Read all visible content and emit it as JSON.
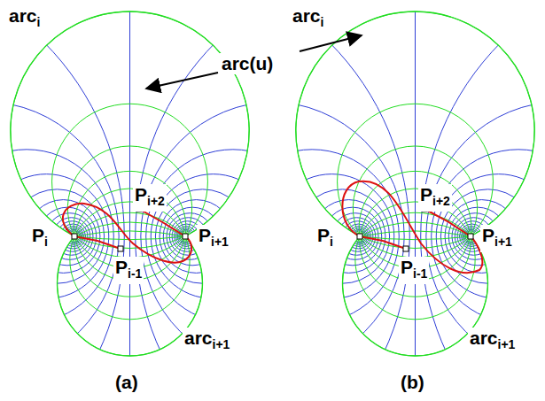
{
  "diagram": {
    "labels": [
      "arci",
      "arci",
      "arc(u)",
      "Pi+2",
      "Pi+2",
      "Pi",
      "Pi",
      "Pi+1",
      "Pi+1",
      "Pi-1",
      "Pi-1",
      "arci+1",
      "arci+1",
      "(a)",
      "(b)"
    ]
  }
}
